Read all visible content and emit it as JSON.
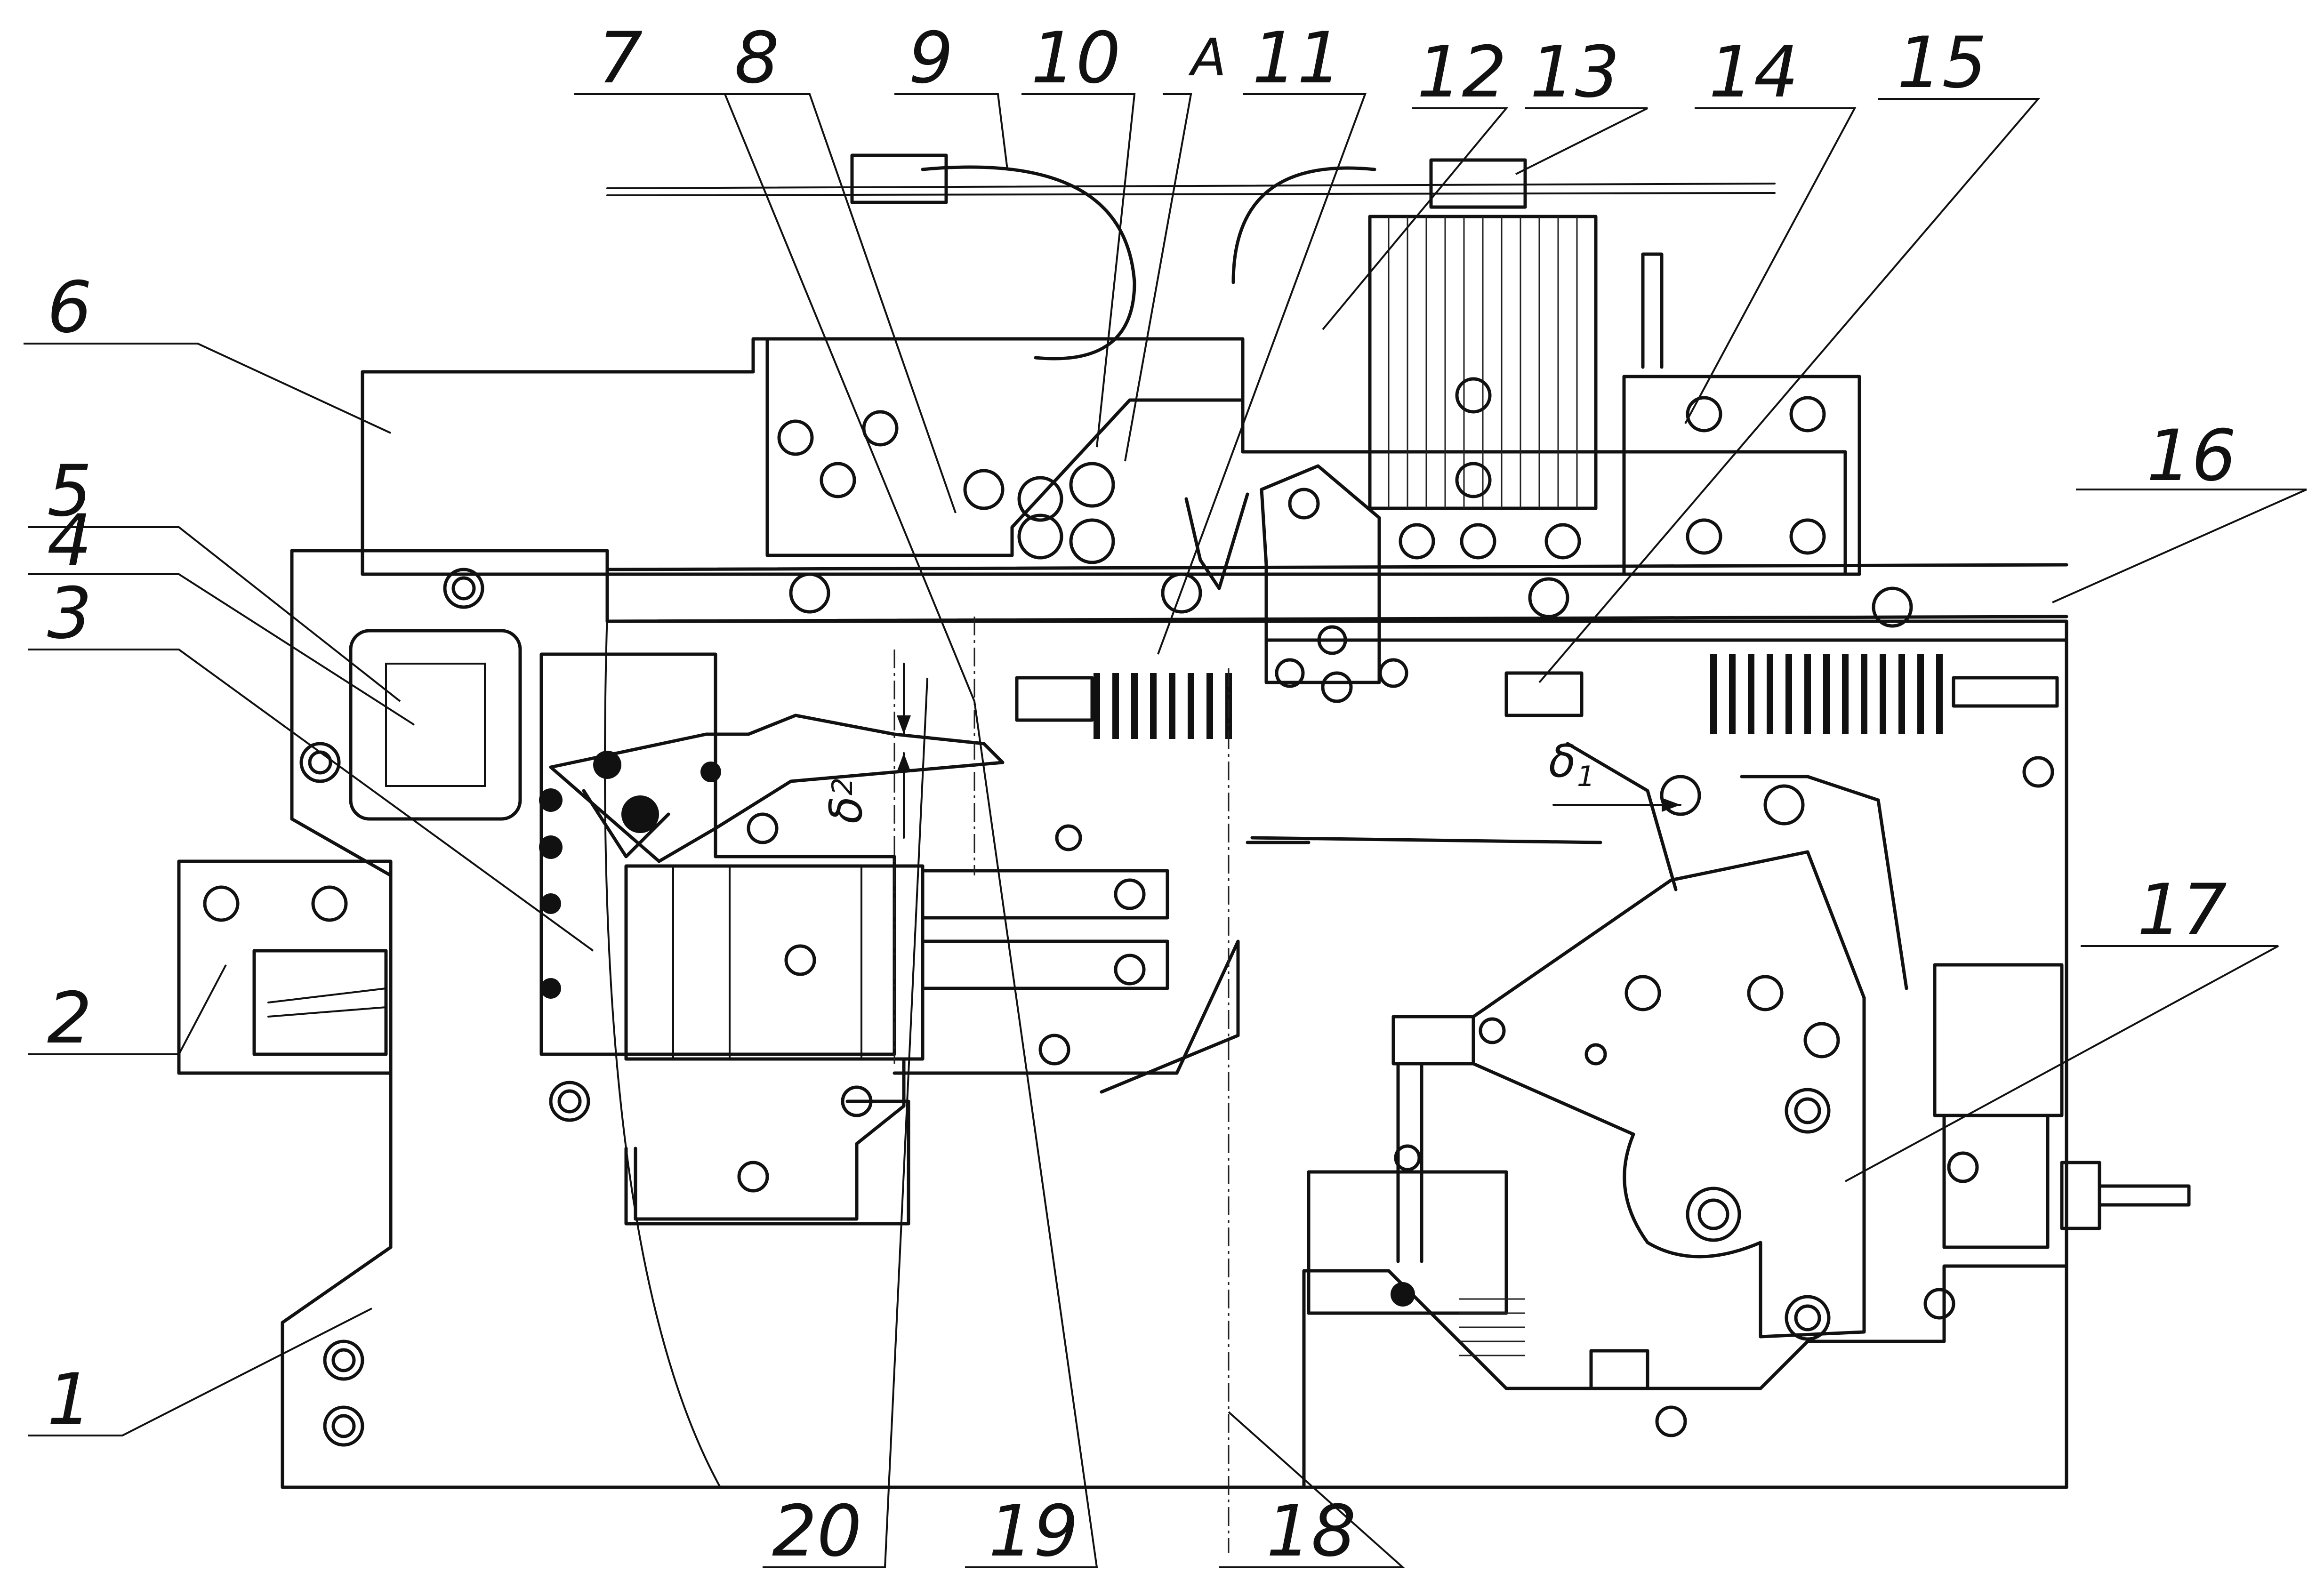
{
  "labels": {
    "l1": "1",
    "l2": "2",
    "l3": "3",
    "l4": "4",
    "l5": "5",
    "l6": "6",
    "l7": "7",
    "l8": "8",
    "l9": "9",
    "l10": "10",
    "lA": "A",
    "l11": "11",
    "l12": "12",
    "l13": "13",
    "l14": "14",
    "l15": "15",
    "l16": "16",
    "l17": "17",
    "l18": "18",
    "l19": "19",
    "l20": "20"
  },
  "dimensions": {
    "delta1_symbol": "δ",
    "delta1_sub": "1",
    "delta2_symbol": "δ",
    "delta2_sub": "2"
  }
}
